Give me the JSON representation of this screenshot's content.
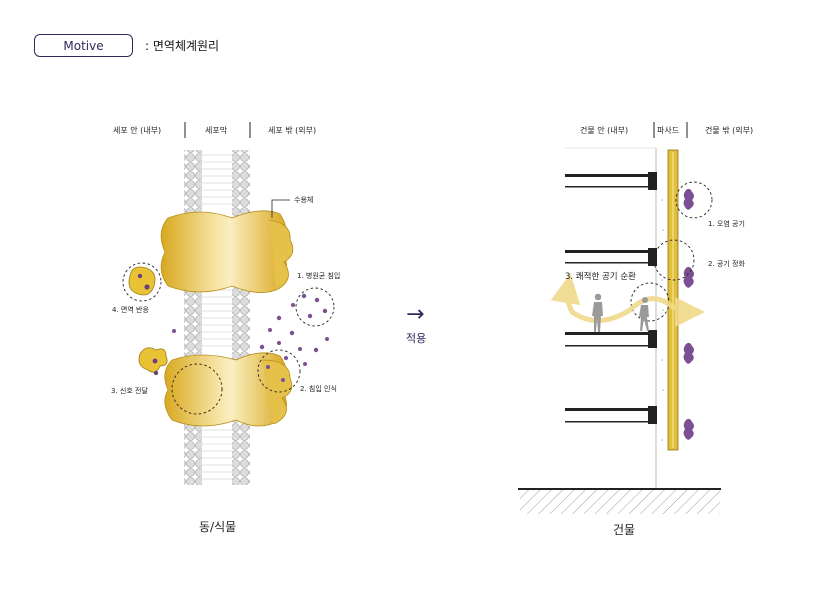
{
  "header": {
    "tag": "Motive",
    "title": ": 면역체계원리"
  },
  "left": {
    "col_inside": "세포 안 (내부)",
    "col_membrane": "세포막",
    "col_outside": "세포 밖 (외부)",
    "receptor": "수용체",
    "step1": "1. 병원균 침입",
    "step2": "2. 침입 인식",
    "step3": "3. 신호 전달",
    "step4": "4. 면역 반응",
    "caption": "동/식물"
  },
  "arrow": {
    "glyph": "→",
    "label": "적용"
  },
  "right": {
    "col_inside": "건물 안 (내부)",
    "col_facade": "파사드",
    "col_outside": "건물 밖 (외부)",
    "step1": "1. 오염 공기",
    "step2": "2. 공기 정화",
    "step3": "3. 쾌적한 공기 순환",
    "caption": "건물"
  },
  "colors": {
    "accent": "#2e2b5c",
    "gold": "#e2bf3a",
    "purple": "#7b4f93",
    "grey": "#c9c9c9"
  }
}
